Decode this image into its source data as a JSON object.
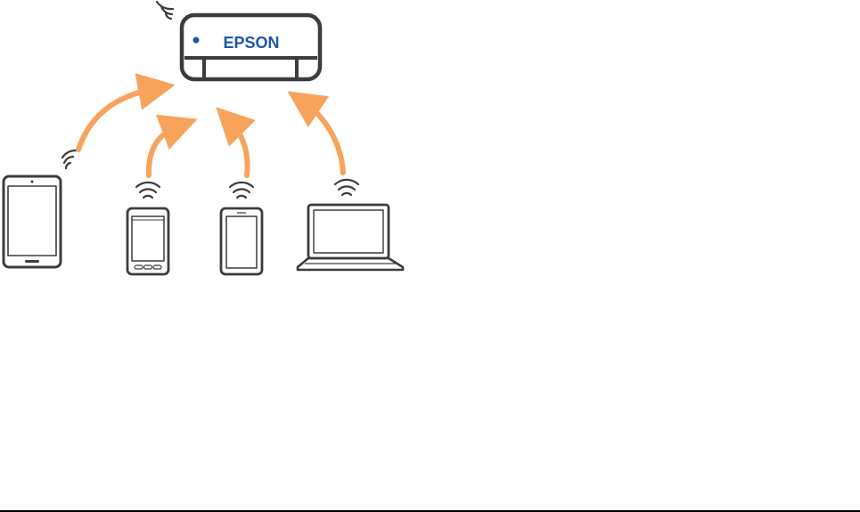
{
  "printer": {
    "brand_label": "EPSON",
    "icon": "printer-icon"
  },
  "devices": [
    {
      "id": "tablet",
      "icon": "tablet-icon"
    },
    {
      "id": "android-phone",
      "icon": "smartphone-icon"
    },
    {
      "id": "iphone",
      "icon": "smartphone-icon"
    },
    {
      "id": "laptop",
      "icon": "laptop-icon"
    }
  ],
  "connection_icon": "wifi-icon",
  "colors": {
    "outline": "#3c3c3c",
    "arrow": "#f7a35c",
    "brand": "#1f55a6",
    "rule": "#000000"
  }
}
